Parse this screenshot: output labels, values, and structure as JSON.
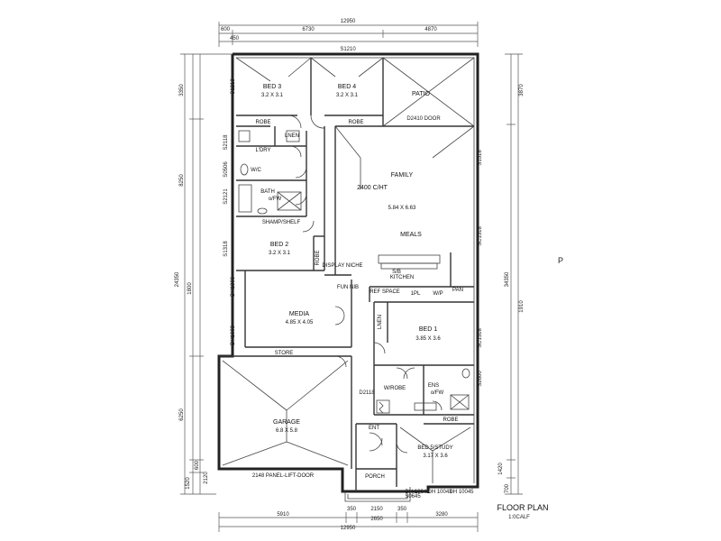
{
  "rooms": {
    "bed3": {
      "name": "BED 3",
      "size": "3.2 X 3.1"
    },
    "bed4": {
      "name": "BED 4",
      "size": "3.2 X 3.1"
    },
    "patio": {
      "name": "PATIO"
    },
    "robe_top1": "ROBE",
    "robe_top2": "ROBE",
    "lndry": "L'DRY",
    "lnen_top": "LNEN",
    "wc": "W/C",
    "bath": {
      "name": "BATH",
      "note": "o/FW"
    },
    "shampshelf": "SHAMP/SHELF",
    "family": {
      "name": "FAMILY",
      "size": "5.84 X 6.63"
    },
    "ceiling": "2400 C/HT",
    "meals": "MEALS",
    "bed2": {
      "name": "BED 2",
      "size": "3.2 X 3.1"
    },
    "robe_bed2": "ROBE",
    "kitchen": "KITCHEN",
    "sink": "S/B",
    "display": "DISPLAY NICHE",
    "fun_nib": "FUN NIB",
    "ref_space": "REF SPACE",
    "pan": "PAN",
    "tpl": "1PL",
    "wp": "W/P",
    "media": {
      "name": "MEDIA",
      "size": "4.85 X 4.05"
    },
    "lnen_mid": "LNEN",
    "bed1": {
      "name": "BED 1",
      "size": "3.85 X 3.6"
    },
    "store": "STORE",
    "ens": {
      "name": "ENS",
      "note": "o/FW"
    },
    "wrobe": "W/ROBE",
    "robe_bed1": "ROBE",
    "garage": {
      "name": "GARAGE",
      "size": "6.8 X 5.8"
    },
    "ent": "ENT",
    "bed5": {
      "name": "BED 5/STUDY",
      "size": "3.17 X 3.6"
    },
    "porch": "PORCH",
    "panel_door": "2148 PANEL-LIFT-DOOR"
  },
  "dims": {
    "top_total": "12950",
    "top_a": "6730",
    "top_b": "4870",
    "top_c": "600",
    "top_d": "450",
    "top_e": "S1210",
    "bottom_a": "5910",
    "bottom_b": "350",
    "bottom_c": "2150",
    "bottom_d": "350",
    "bottom_e": "3280",
    "bottom_f": "2650",
    "bottom_total": "12950",
    "left_a": "3350",
    "left_b": "8250",
    "left_c": "24350",
    "left_d": "1800",
    "left_e": "6250",
    "left_f": "2120",
    "left_g": "600",
    "left_h": "1520",
    "right_a": "3870",
    "right_b": "34350",
    "right_c": "1910",
    "right_d": "1420",
    "right_e": "700",
    "win_d2410": "D2410 DOOR",
    "win_s1218": "S1218",
    "win_s1518": "S1518",
    "win_sc1518": "SC1518",
    "win_s2118": "S2118",
    "win_s2121": "S2121",
    "win_s1318": "S1318",
    "win_s2600": "S2600",
    "win_dh1806": "DH1806",
    "win_dh1008": "DH1008",
    "win_s0506": "S0506",
    "win_d2118": "D2118",
    "win_dh_a": "DH 10045",
    "win_dh_b": "DH 10043",
    "win_dh_c": "DH 10045",
    "win_s0645": "S0645"
  },
  "floor_plan_title": "FLOOR PLAN",
  "floor_plan_scale": "1:0CALF",
  "marker_p": "P"
}
